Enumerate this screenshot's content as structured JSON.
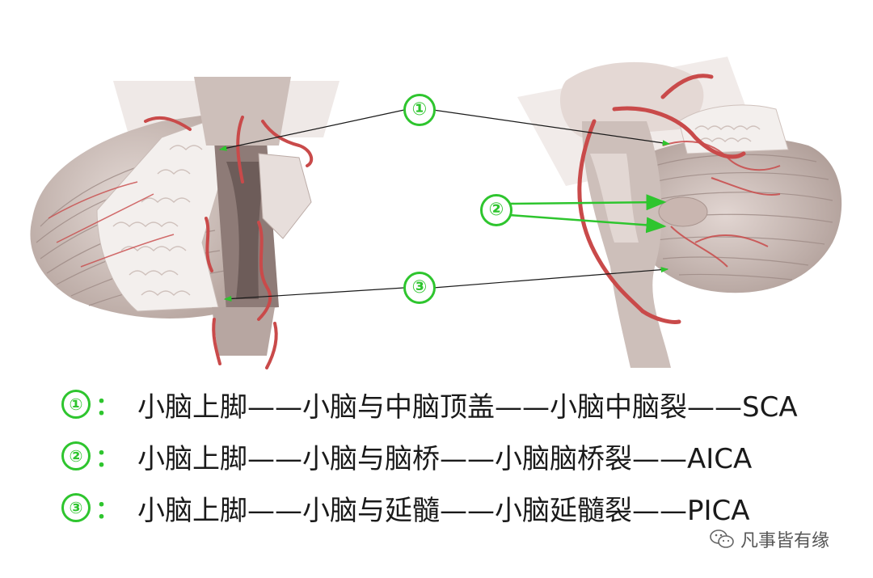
{
  "colors": {
    "accent_green": "#2ec52e",
    "artery_red": "#c94a4a",
    "tissue": "#d8cbc6",
    "text": "#1a1a1a"
  },
  "callouts": {
    "one": "①",
    "two": "②",
    "three": "③"
  },
  "legend": [
    {
      "marker": "①",
      "colon": "：",
      "text": "小脑上脚——小脑与中脑顶盖——小脑中脑裂——SCA"
    },
    {
      "marker": "②",
      "colon": "：",
      "text": "小脑上脚——小脑与脑桥——小脑脑桥裂——AICA"
    },
    {
      "marker": "③",
      "colon": "：",
      "text": "小脑上脚——小脑与延髓——小脑延髓裂——PICA"
    }
  ],
  "watermark": {
    "icon": "wechat-icon",
    "text": "凡事皆有缘"
  }
}
